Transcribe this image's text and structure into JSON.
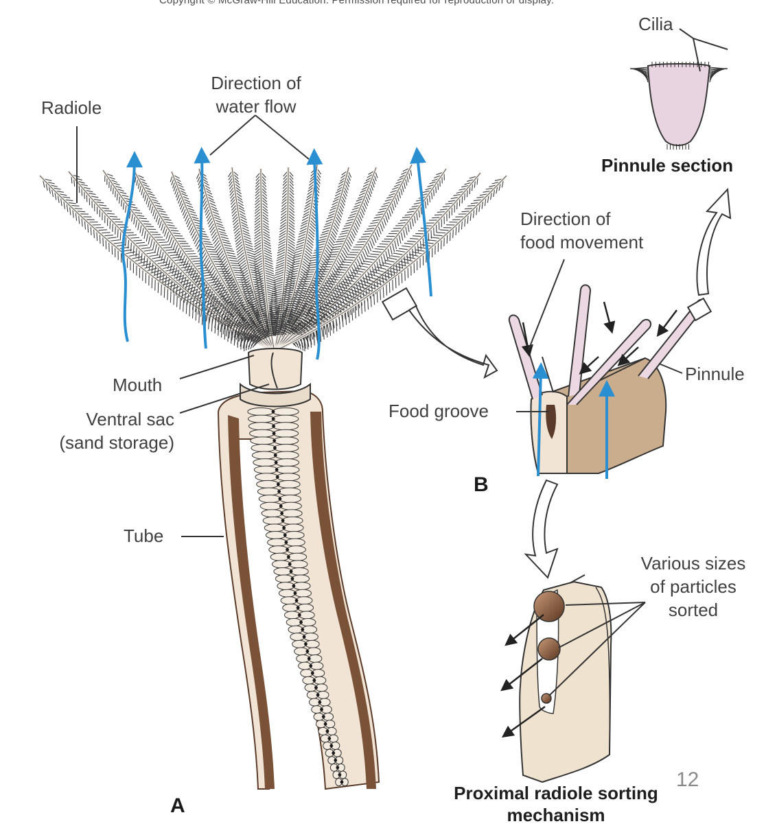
{
  "copyright": "Copyright © McGraw-Hill Education. Permission required for reproduction or display.",
  "labels": {
    "cilia": "Cilia",
    "pinnule_section": "Pinnule section",
    "radiole": "Radiole",
    "direction_water_flow_1": "Direction of",
    "direction_water_flow_2": "water flow",
    "direction_food_1": "Direction of",
    "direction_food_2": "food movement",
    "mouth": "Mouth",
    "ventral_sac_1": "Ventral sac",
    "ventral_sac_2": "(sand storage)",
    "pinnule": "Pinnule",
    "food_groove": "Food groove",
    "tube": "Tube",
    "various_1": "Various sizes",
    "various_2": "of particles",
    "various_3": "sorted",
    "sorting_1": "Proximal radiole sorting",
    "sorting_2": "mechanism"
  },
  "panels": {
    "a": "A",
    "b": "B"
  },
  "page_number": "12",
  "colors": {
    "flow_arrow": "#2a8fd0",
    "tube_brown": "#7a5238",
    "tube_light": "#f1e4d4",
    "groove_block": "#c9ad8c",
    "pinnule_pink": "#e8d3e0",
    "radiole_ink": "#333333"
  }
}
